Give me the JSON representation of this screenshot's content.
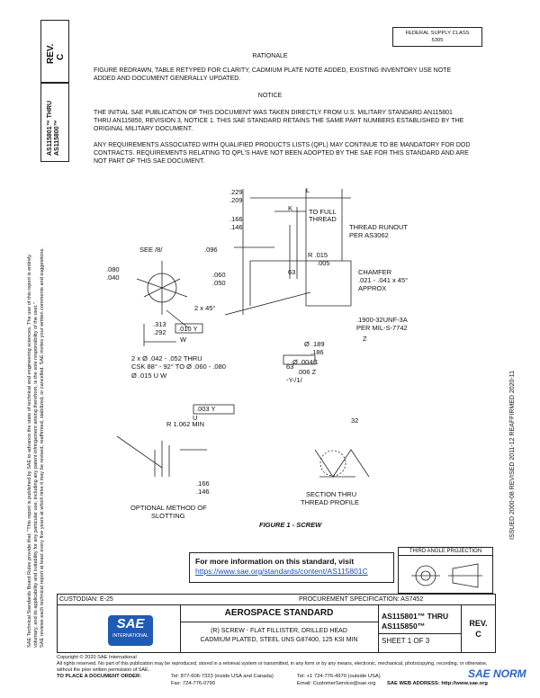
{
  "header": {
    "federal_supply_class_label": "FEDERAL SUPPLY CLASS",
    "federal_supply_class_value": "5305",
    "rev_label": "REV.",
    "rev_value": "C",
    "doc_number_line1": "AS115801™ THRU",
    "doc_number_line2": "AS115800™"
  },
  "left_margin": {
    "line1": "SAE Technical Standards Board Rules provide that: \"This report is published by SAE to advance the state of technical and engineering sciences. The use of this report is entirely",
    "line2": "voluntary, and its applicability and suitability for any particular use, including any patent infringement arising therefrom, is the sole responsibility of the user.\"",
    "line3": "SAE reviews each technical report at least every five years at which time it may be revised, reaffirmed, stabilized, or cancelled. SAE invites your written comments and suggestions."
  },
  "rationale": {
    "heading": "RATIONALE",
    "text": "FIGURE REDRAWN, TABLE RETYPED FOR CLARITY, CADMIUM PLATE NOTE ADDED, EXISTING INVENTORY USE NOTE ADDED AND DOCUMENT GENERALLY UPDATED."
  },
  "notice": {
    "heading": "NOTICE",
    "para1": "THE INITIAL SAE PUBLICATION OF THIS DOCUMENT WAS TAKEN DIRECTLY FROM U.S. MILITARY STANDARD AN115801 THRU AN115850, REVISION 3, NOTICE 1. THIS SAE STANDARD RETAINS THE SAME PART NUMBERS ESTABLISHED BY THE ORIGINAL MILITARY DOCUMENT.",
    "para2": "ANY REQUIREMENTS ASSOCIATED WITH QUALIFIED PRODUCTS LISTS (QPL) MAY CONTINUE TO BE MANDATORY FOR DOD CONTRACTS. REQUIREMENTS RELATING TO QPL'S HAVE NOT BEEN ADOPTED BY THE SAE FOR THIS STANDARD AND ARE NOT PART OF THIS SAE DOCUMENT."
  },
  "figure": {
    "dim_229": ".229",
    "dim_209": ".209",
    "dim_L": "L",
    "dim_K": "K",
    "to_full_thread_1": "TO FULL",
    "to_full_thread_2": "THREAD",
    "dim_166": ".166",
    "dim_146": ".146",
    "thread_runout_1": "THREAD RUNOUT",
    "thread_runout_2": "PER AS3062",
    "dim_096": ".096",
    "r_015": "R .015",
    "r_005": ".005",
    "see_8": "SEE /8/",
    "dim_080": ".080",
    "dim_040": ".040",
    "dim_060": ".060",
    "dim_050": ".050",
    "angle_63a": "63",
    "chamfer_1": "CHAMFER",
    "chamfer_2": ".021 - .041 x 45°",
    "chamfer_3": "APPROX",
    "two_x_45": "2 x 45°",
    "dim_313": ".313",
    "dim_292": ".292",
    "tol_010_W": ".010 Y",
    "datum_W": "W",
    "thread_spec_1": ".1900-32UNF-3A",
    "thread_spec_2": "PER MIL-S-7742",
    "datum_Z": "Z",
    "dia_189": "Ø .189",
    "dia_186": ".186",
    "tol_004": "Ø .004/1",
    "tol_006": ".006 Z",
    "datum_Y1": "-Y-/1/",
    "angle_63b": "63",
    "hole_1": "2 x Ø .042 - .052 THRU",
    "hole_2": "CSK 88° - 92° TO Ø .060 - .080",
    "hole_3": "Ø .015 U W",
    "tol_003": ".003 Y",
    "datum_U": "U",
    "r_1062": "R 1.062 MIN",
    "angle_32": "32",
    "dim_166b": ".166",
    "dim_146b": ".146",
    "optional_1": "OPTIONAL METHOD OF",
    "optional_2": "SLOTTING",
    "section_1": "SECTION THRU",
    "section_2": "THREAD PROFILE",
    "caption": "FIGURE 1 - SCREW"
  },
  "right_margin": {
    "dates": "ISSUED 2000-08    REVISED 2011-12    REAFFIRMED 2020-11"
  },
  "info_box": {
    "title": "For more information on this standard, visit",
    "url": "https://www.sae.org/standards/content/AS115801C"
  },
  "third_angle": {
    "label": "THIRD ANGLE PROJECTION"
  },
  "title_block": {
    "custodian": "CUSTODIAN: E-25",
    "procurement": "PROCUREMENT SPECIFICATION: AS7452",
    "logo_text": "SAE",
    "logo_sub": "INTERNATIONAL",
    "standard_heading": "AEROSPACE STANDARD",
    "description_1": "(R) SCREW - FLAT FILLISTER, DRILLED HEAD",
    "description_2": "CADMIUM PLATED, STEEL UNS G87400, 125 KSI MIN",
    "doc_number_1": "AS115801™ THRU",
    "doc_number_2": "AS115850™",
    "sheet": "SHEET 1 OF 3",
    "rev_label": "REV.",
    "rev_value": "C"
  },
  "footer": {
    "copyright": "Copyright © 2020 SAE International",
    "rights": "All rights reserved. No part of this publication may be reproduced, stored in a retrieval system or transmitted, in any form or by any means, electronic, mechanical, photocopying, recording, or otherwise, without the prior written permission of SAE.",
    "order_label": "TO PLACE A DOCUMENT ORDER:",
    "tel": "Tel: 877-606-7323 (inside USA and Canada)",
    "tel2": "Tel: +1 724-776-4970 (outside USA)",
    "fax": "Fax: 724-776-0790",
    "email": "Email: CustomerService@sae.org",
    "web": "SAE WEB ADDRESS: http://www.sae.org",
    "watermark": "SAE NORM"
  }
}
